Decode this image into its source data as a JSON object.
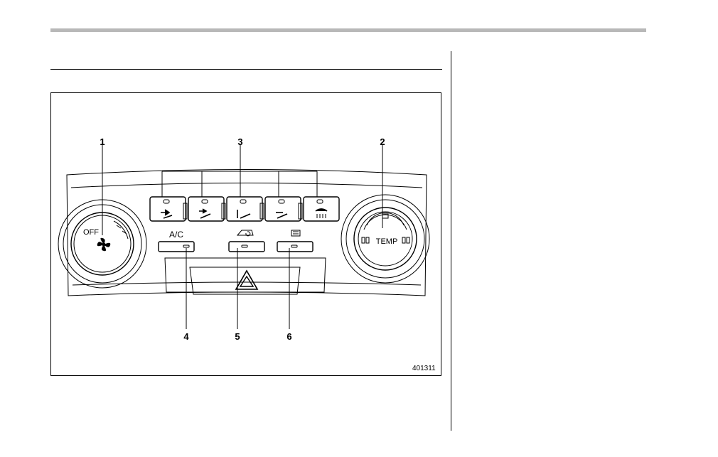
{
  "figure": {
    "figure_id": "401311",
    "callouts": [
      "1",
      "2",
      "3",
      "4",
      "5",
      "6"
    ],
    "panel_labels": {
      "ac": "A/C",
      "off": "OFF",
      "temp": "TEMP"
    }
  }
}
